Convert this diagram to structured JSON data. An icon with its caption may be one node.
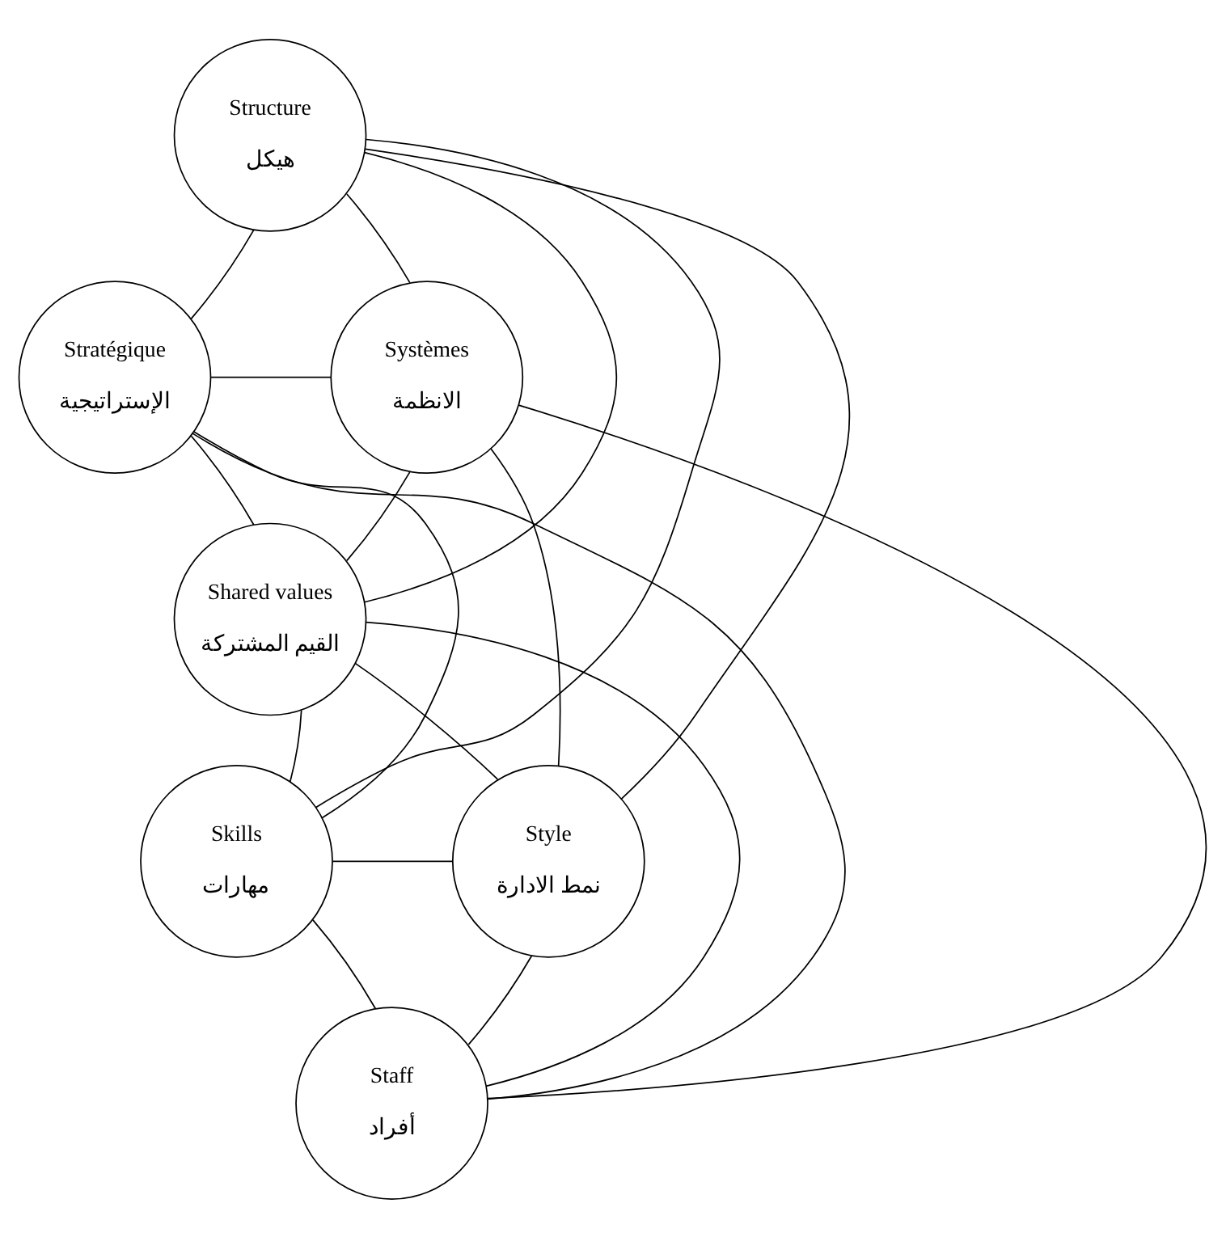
{
  "diagram": {
    "nodes": [
      {
        "text": [
          "Structure",
          "هيكل"
        ]
      },
      {
        "text": [
          "Stratégique",
          "الإستراتيجية"
        ]
      },
      {
        "text": [
          "Systèmes",
          "الانظمة"
        ]
      },
      {
        "text": [
          "Shared values",
          "القيم المشتركة"
        ]
      },
      {
        "text": [
          "Skills",
          "مهارات"
        ]
      },
      {
        "text": [
          "Style",
          "نمط الادارة"
        ]
      },
      {
        "text": [
          "Staff",
          "أفراد"
        ]
      }
    ],
    "edges": [
      {
        "from": 0,
        "to": 1,
        "arrow": "none"
      },
      {
        "from": 0,
        "to": 2,
        "arrow": "none"
      },
      {
        "from": 0,
        "to": 3,
        "arrow": "none"
      },
      {
        "from": 0,
        "to": 4,
        "arrow": "none"
      },
      {
        "from": 0,
        "to": 5,
        "arrow": "none"
      },
      {
        "from": 1,
        "to": 2,
        "arrow": "none"
      },
      {
        "from": 1,
        "to": 3,
        "arrow": "none"
      },
      {
        "from": 1,
        "to": 4,
        "arrow": "none"
      },
      {
        "from": 1,
        "to": 6,
        "arrow": "none"
      },
      {
        "from": 2,
        "to": 3,
        "arrow": "none"
      },
      {
        "from": 2,
        "to": 5,
        "arrow": "none"
      },
      {
        "from": 2,
        "to": 6,
        "arrow": "none"
      },
      {
        "from": 3,
        "to": 4,
        "arrow": "none"
      },
      {
        "from": 3,
        "to": 5,
        "arrow": "none"
      },
      {
        "from": 3,
        "to": 6,
        "arrow": "none"
      },
      {
        "from": 4,
        "to": 5,
        "arrow": "none"
      },
      {
        "from": 4,
        "to": 6,
        "arrow": "none"
      },
      {
        "from": 5,
        "to": 6,
        "arrow": "none"
      }
    ]
  }
}
